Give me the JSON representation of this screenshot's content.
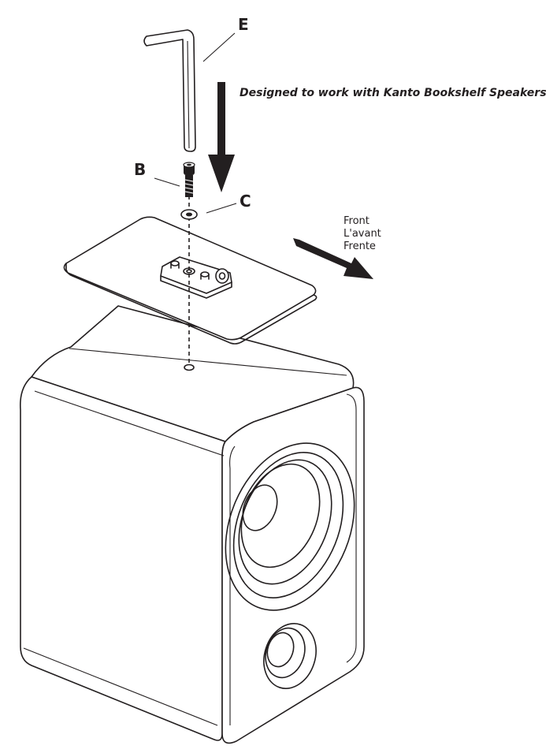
{
  "labels": {
    "hex_key": "E",
    "screw": "B",
    "washer": "C"
  },
  "note": "Designed to work with Kanto Bookshelf Speakers",
  "direction": {
    "line1": "Front",
    "line2": "L'avant",
    "line3": "Frente"
  },
  "colors": {
    "ink": "#231f20",
    "background": "#ffffff"
  }
}
